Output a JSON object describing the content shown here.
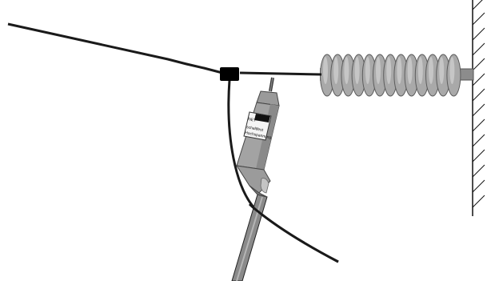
{
  "illustration": {
    "subject": "overhead line tap with hot-stick voltage tester and strain insulator",
    "tester_label": {
      "lines": [
        "NET",
        "schaltfest",
        "Hochspannung"
      ],
      "legible": false
    },
    "colors": {
      "background": "#ffffff",
      "conductor": "#1a1a1a",
      "clamp": "#000000",
      "insulator_disc": "#a9a9a9",
      "insulator_disc_edge": "#5c5c5c",
      "tester_body": "#a0a0a0",
      "tester_shadow": "#7a7a7a",
      "label_face": "#f4f4f4",
      "stick": "#8a8a8a",
      "wall_hatch": "#111111"
    },
    "icons": [
      "wall-hatch",
      "insulator-string",
      "t-clamp",
      "voltage-tester",
      "hot-stick"
    ]
  }
}
